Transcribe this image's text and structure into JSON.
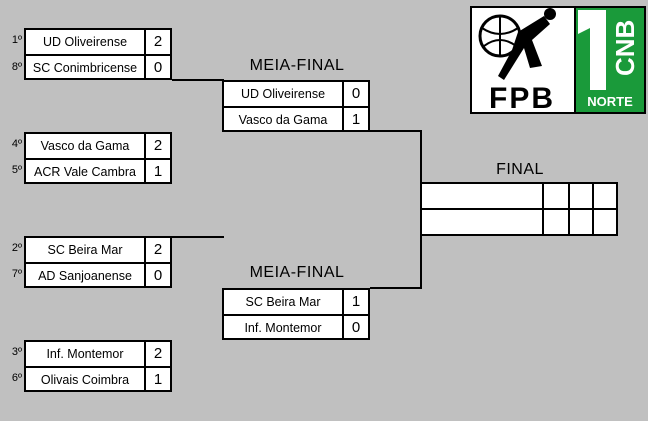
{
  "round1": [
    {
      "seed_top": "1º",
      "seed_bot": "8º",
      "top": "UD Oliveirense",
      "top_score": "2",
      "bot": "SC Conimbricense",
      "bot_score": "0"
    },
    {
      "seed_top": "4º",
      "seed_bot": "5º",
      "top": "Vasco da Gama",
      "top_score": "2",
      "bot": "ACR Vale Cambra",
      "bot_score": "1"
    },
    {
      "seed_top": "2º",
      "seed_bot": "7º",
      "top": "SC Beira Mar",
      "top_score": "2",
      "bot": "AD Sanjoanense",
      "bot_score": "0"
    },
    {
      "seed_top": "3º",
      "seed_bot": "6º",
      "top": "Inf. Montemor",
      "top_score": "2",
      "bot": "Olivais Coimbra",
      "bot_score": "1"
    }
  ],
  "semis": [
    {
      "heading": "MEIA-FINAL",
      "top": "UD Oliveirense",
      "top_score": "0",
      "bot": "Vasco da Gama",
      "bot_score": "1"
    },
    {
      "heading": "MEIA-FINAL",
      "top": "SC Beira Mar",
      "top_score": "1",
      "bot": "Inf. Montemor",
      "bot_score": "0"
    }
  ],
  "final": {
    "heading": "FINAL"
  },
  "logo": {
    "fpb": "FPB",
    "cnb": "CNB",
    "digit": "1",
    "region": "NORTE",
    "green": "#1a9a3a"
  }
}
